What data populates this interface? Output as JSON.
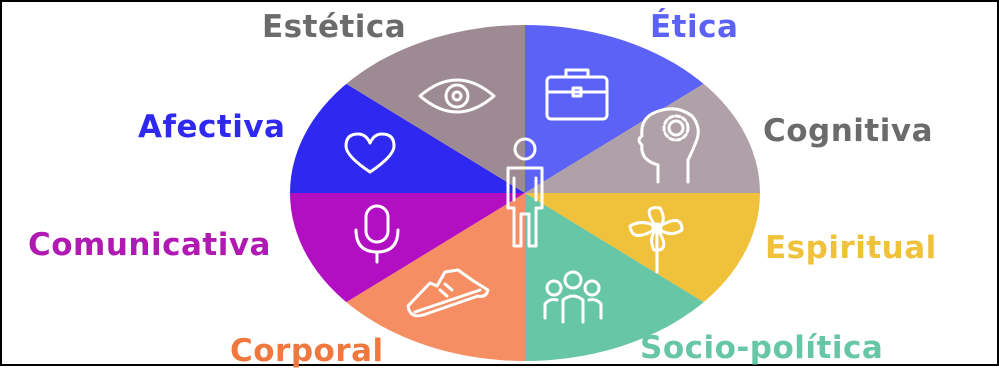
{
  "diagram": {
    "segments": [
      {
        "id": "estetica",
        "label": "Estética",
        "color": "#9e8a93",
        "label_color": "#6b6b6b",
        "icon": "eye-icon"
      },
      {
        "id": "etica",
        "label": "Ética",
        "color": "#5b62f5",
        "label_color": "#5b62f5",
        "icon": "briefcase-icon"
      },
      {
        "id": "cognitiva",
        "label": "Cognitiva",
        "color": "#b0a1a8",
        "label_color": "#6b6b6b",
        "icon": "head-gear-icon"
      },
      {
        "id": "espiritual",
        "label": "Espiritual",
        "color": "#f0c23b",
        "label_color": "#f0c23b",
        "icon": "pinwheel-icon"
      },
      {
        "id": "sociopolitica",
        "label": "Socio-política",
        "color": "#67c6a6",
        "label_color": "#67c6a6",
        "icon": "people-group-icon"
      },
      {
        "id": "corporal",
        "label": "Corporal",
        "color": "#f58e63",
        "label_color": "#f0783e",
        "icon": "sneaker-icon"
      },
      {
        "id": "comunicativa",
        "label": "Comunicativa",
        "color": "#b20fc3",
        "label_color": "#b01ab2",
        "icon": "microphone-icon"
      },
      {
        "id": "afectiva",
        "label": "Afectiva",
        "color": "#2f28f0",
        "label_color": "#2f28f0",
        "icon": "heart-icon"
      }
    ],
    "center_icon": "person-icon"
  }
}
